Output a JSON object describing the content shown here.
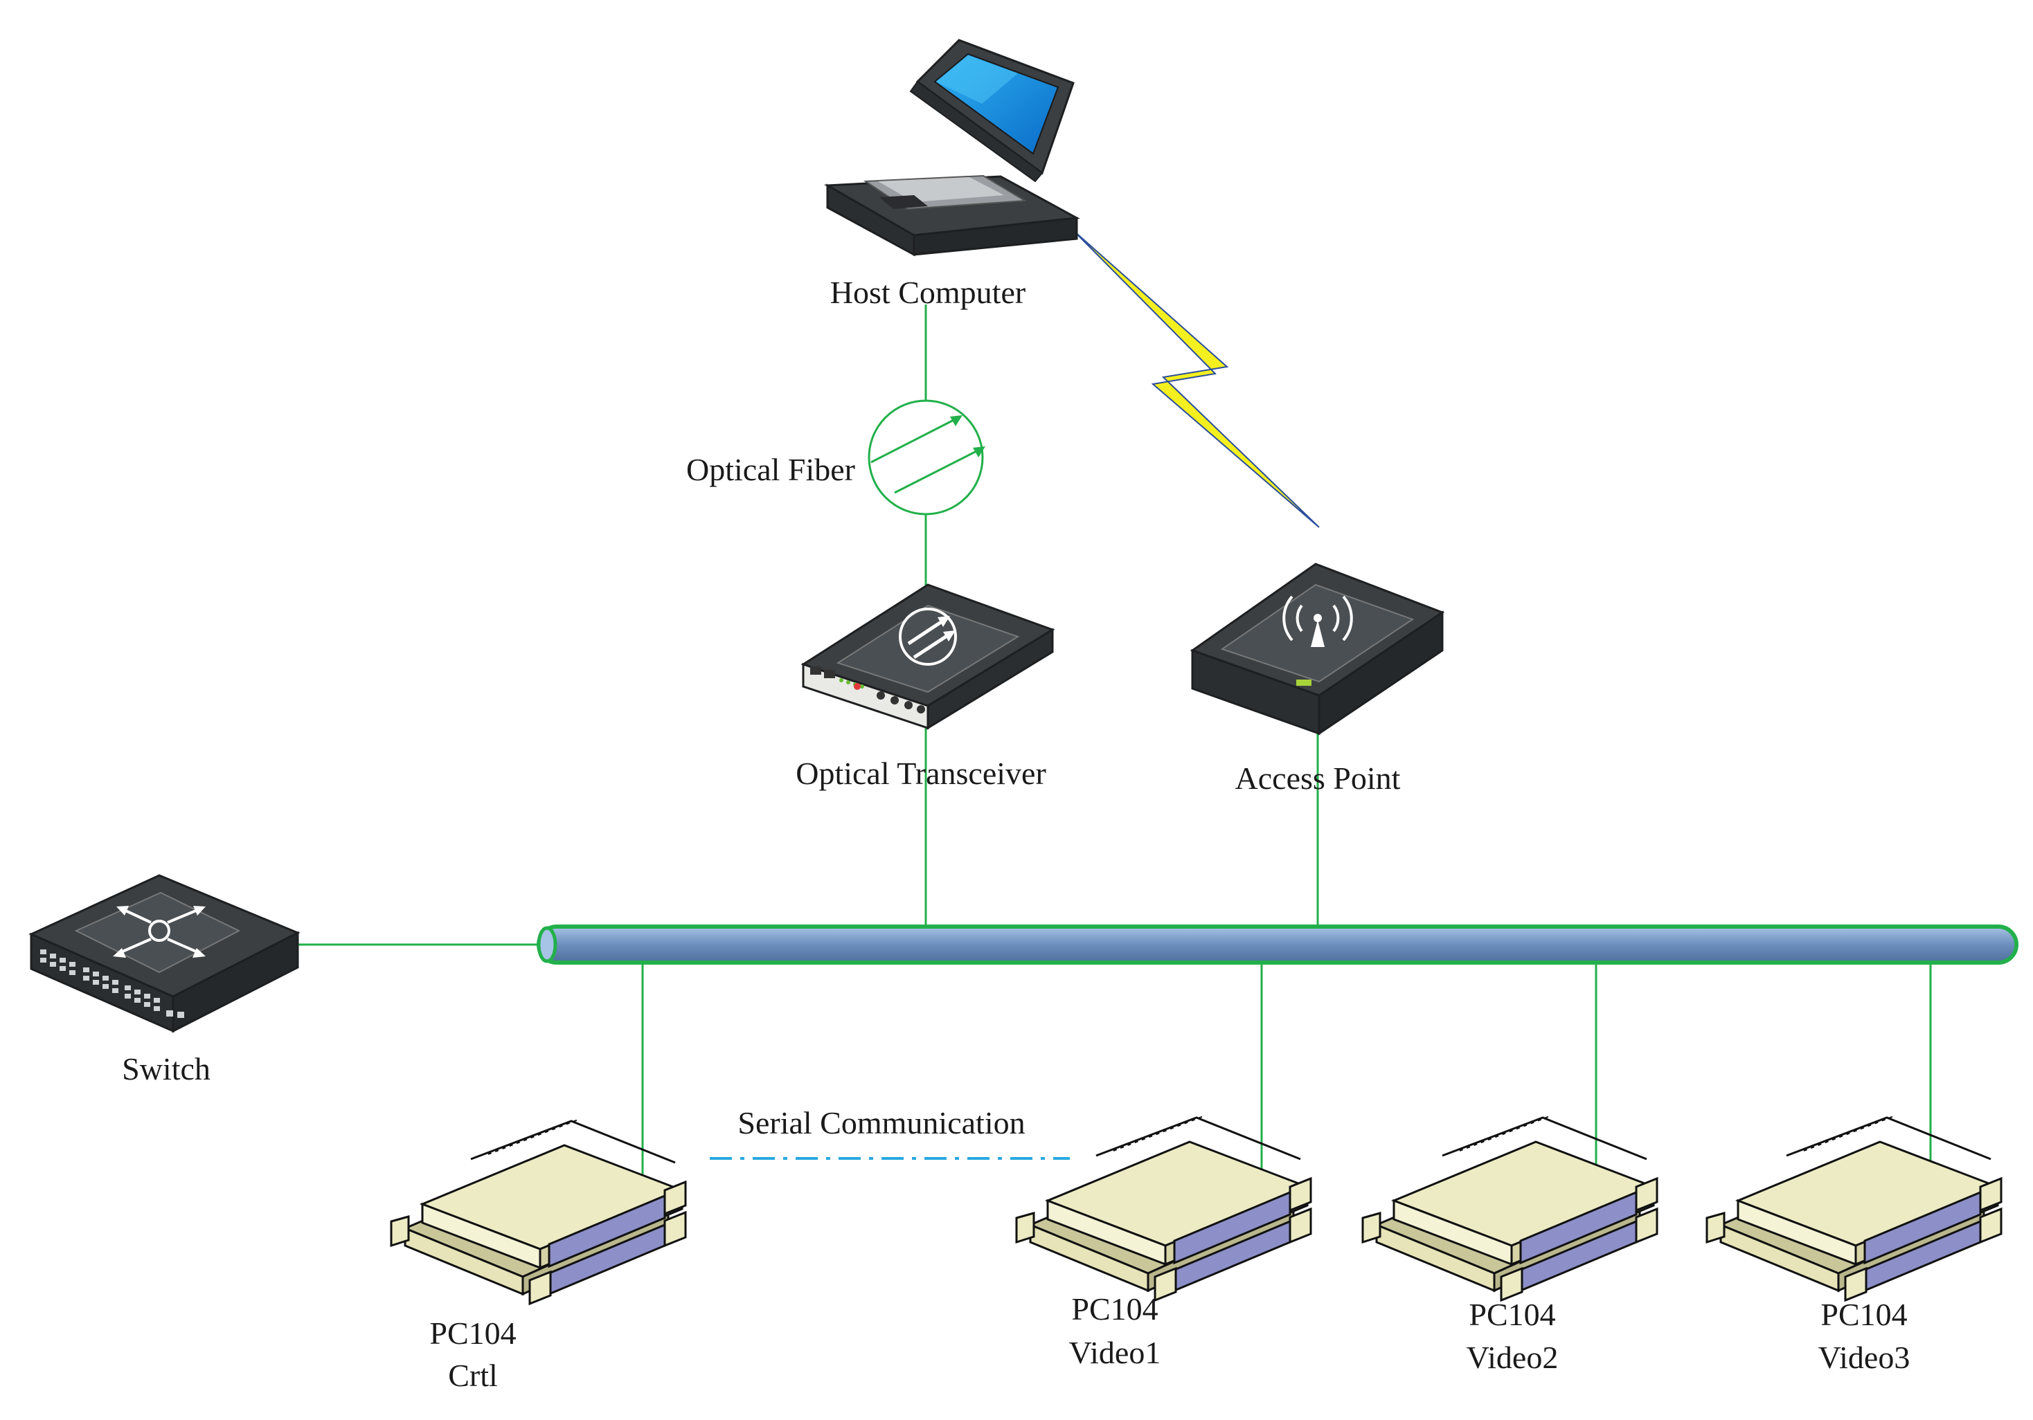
{
  "nodes": {
    "host": {
      "label": "Host Computer",
      "icon": "laptop-icon"
    },
    "fiber": {
      "label": "Optical Fiber",
      "icon": "optical-fiber-icon"
    },
    "transceiver": {
      "label": "Optical Transceiver",
      "icon": "optical-transceiver-icon"
    },
    "access_point": {
      "label": "Access Point",
      "icon": "wireless-access-point-icon"
    },
    "switch": {
      "label": "Switch",
      "icon": "network-switch-icon"
    },
    "pc_crtl": {
      "line1": "PC104",
      "line2": "Crtl",
      "icon": "pc104-board-icon"
    },
    "pc_video1": {
      "line1": "PC104",
      "line2": "Video1",
      "icon": "pc104-board-icon"
    },
    "pc_video2": {
      "line1": "PC104",
      "line2": "Video2",
      "icon": "pc104-board-icon"
    },
    "pc_video3": {
      "line1": "PC104",
      "line2": "Video3",
      "icon": "pc104-board-icon"
    }
  },
  "links": {
    "serial": {
      "label": "Serial Communication",
      "style": "dash-dot"
    },
    "wireless": {
      "icon": "lightning-icon"
    }
  },
  "colors": {
    "link": "#22b04b",
    "bus": "#7a9cc4",
    "serial": "#29a8e0",
    "lightning": "#f4ef1f",
    "device_dark": "#3b3f42",
    "board": "#ecebc4",
    "connector": "#8c8fc8"
  }
}
